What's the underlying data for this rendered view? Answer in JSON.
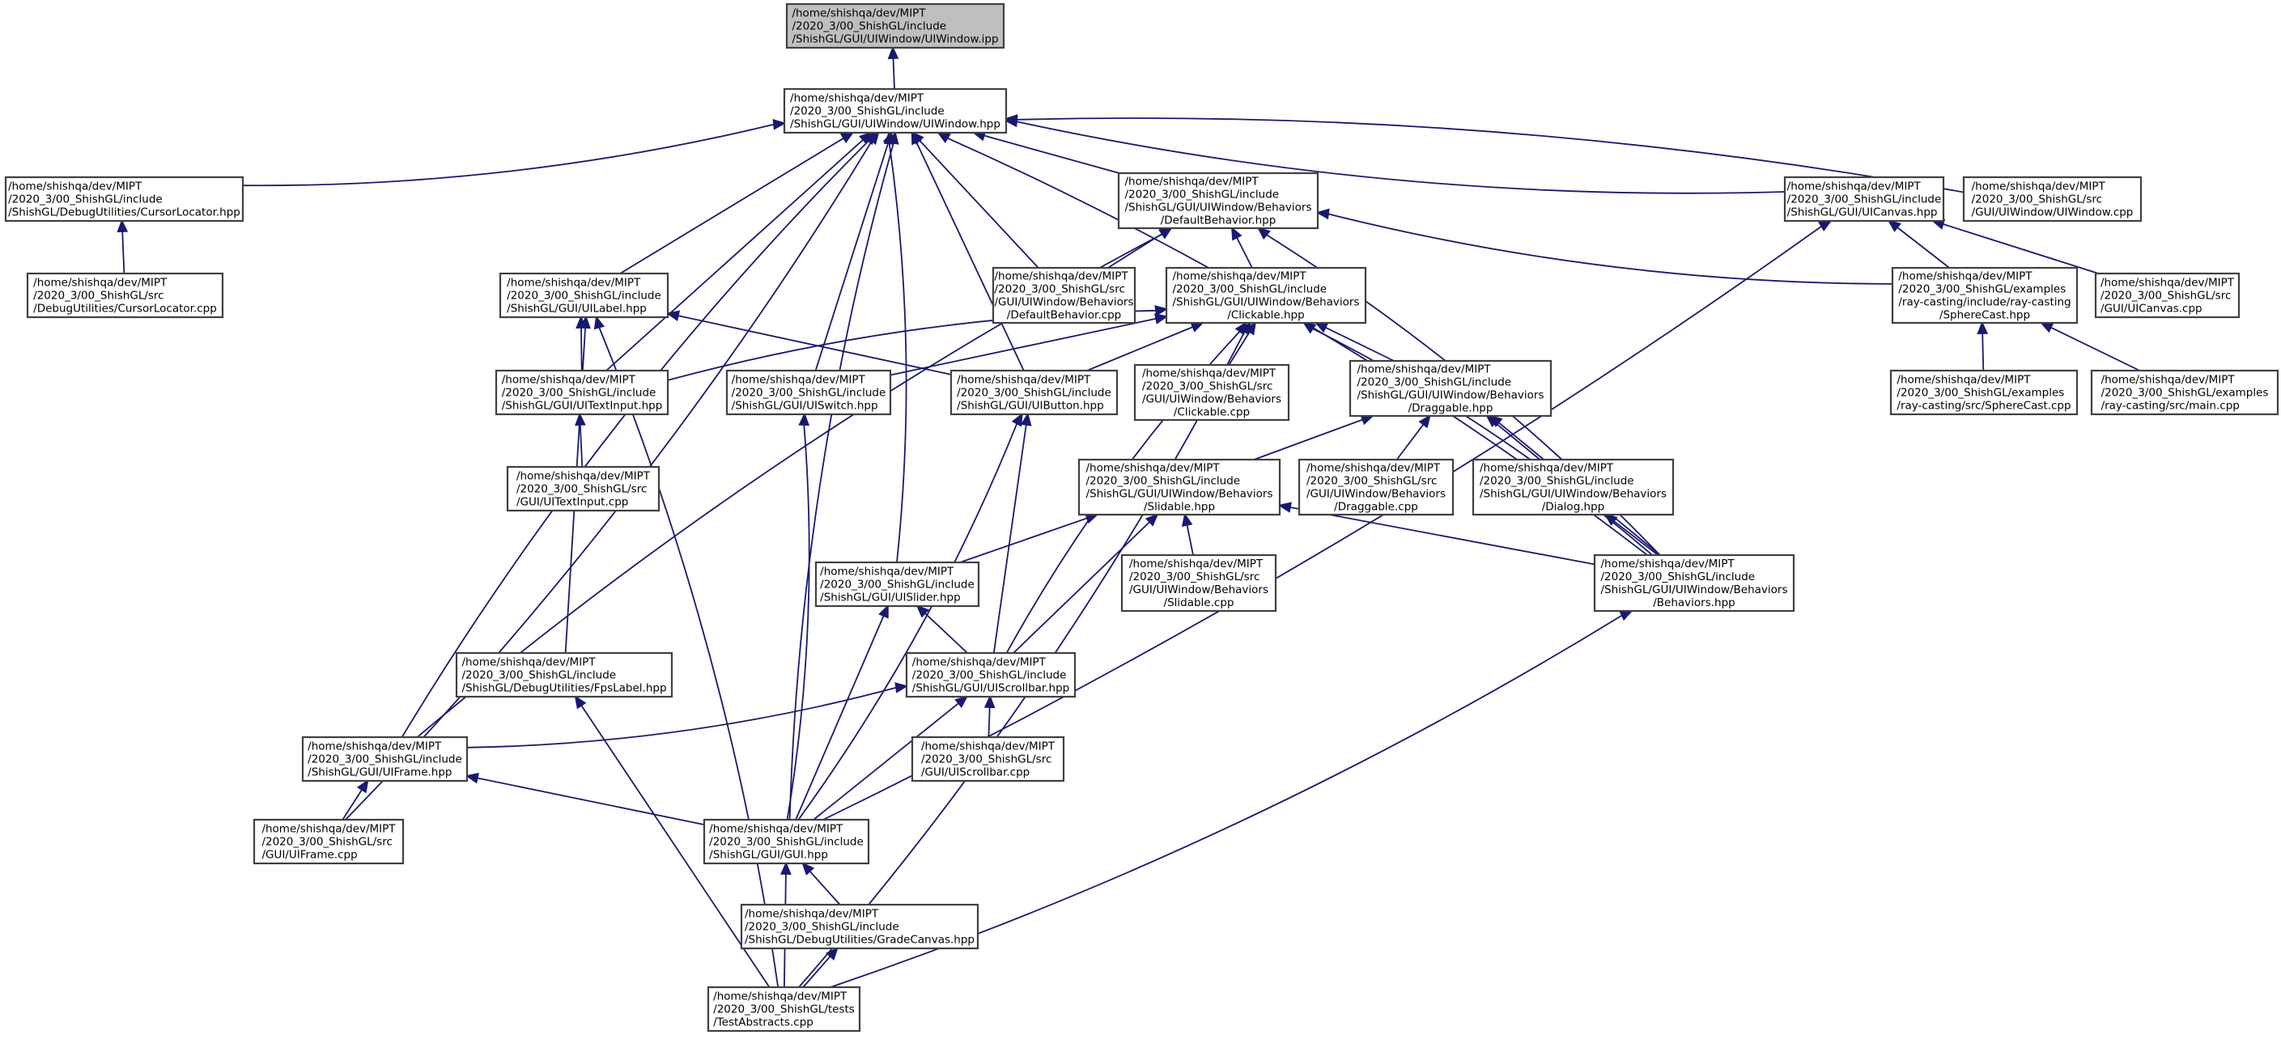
{
  "diagram": {
    "type": "include-dependency-graph",
    "colors": {
      "edge": "#191970",
      "root_fill": "#bfbfbf",
      "node_fill": "#ffffff",
      "node_border": "#404040"
    },
    "nodes": [
      {
        "id": "n1",
        "lines": [
          "/home/shishqa/dev/MIPT",
          "/2020_3/00_ShishGL/include",
          "/ShishGL/GUI/UIWindow/UIWindow.ipp"
        ],
        "root": true
      },
      {
        "id": "n2",
        "lines": [
          "/home/shishqa/dev/MIPT",
          "/2020_3/00_ShishGL/include",
          "/ShishGL/GUI/UIWindow/UIWindow.hpp"
        ]
      },
      {
        "id": "n3",
        "lines": [
          "/home/shishqa/dev/MIPT",
          "/2020_3/00_ShishGL/include",
          "/ShishGL/DebugUtilities/CursorLocator.hpp"
        ]
      },
      {
        "id": "n4",
        "lines": [
          "/home/shishqa/dev/MIPT",
          "/2020_3/00_ShishGL/src",
          "/DebugUtilities/CursorLocator.cpp"
        ]
      },
      {
        "id": "n5",
        "lines": [
          "/home/shishqa/dev/MIPT",
          "/2020_3/00_ShishGL/include",
          "/ShishGL/GUI/UIWindow/Behaviors",
          "/DefaultBehavior.hpp"
        ]
      },
      {
        "id": "n6",
        "lines": [
          "/home/shishqa/dev/MIPT",
          "/2020_3/00_ShishGL/include",
          "/ShishGL/GUI/UICanvas.hpp"
        ]
      },
      {
        "id": "n7",
        "lines": [
          "/home/shishqa/dev/MIPT",
          "/2020_3/00_ShishGL/src",
          "/GUI/UIWindow/UIWindow.cpp"
        ]
      },
      {
        "id": "n8",
        "lines": [
          "/home/shishqa/dev/MIPT",
          "/2020_3/00_ShishGL/include",
          "/ShishGL/GUI/UILabel.hpp"
        ]
      },
      {
        "id": "n9",
        "lines": [
          "/home/shishqa/dev/MIPT",
          "/2020_3/00_ShishGL/src",
          "/GUI/UIWindow/Behaviors",
          "/DefaultBehavior.cpp"
        ]
      },
      {
        "id": "n10",
        "lines": [
          "/home/shishqa/dev/MIPT",
          "/2020_3/00_ShishGL/include",
          "/ShishGL/GUI/UIWindow/Behaviors",
          "/Clickable.hpp"
        ]
      },
      {
        "id": "n11",
        "lines": [
          "/home/shishqa/dev/MIPT",
          "/2020_3/00_ShishGL/examples",
          "/ray-casting/include/ray-casting",
          "/SphereCast.hpp"
        ]
      },
      {
        "id": "n12",
        "lines": [
          "/home/shishqa/dev/MIPT",
          "/2020_3/00_ShishGL/src",
          "/GUI/UICanvas.cpp"
        ]
      },
      {
        "id": "n13",
        "lines": [
          "/home/shishqa/dev/MIPT",
          "/2020_3/00_ShishGL/include",
          "/ShishGL/GUI/UITextInput.hpp"
        ]
      },
      {
        "id": "n14",
        "lines": [
          "/home/shishqa/dev/MIPT",
          "/2020_3/00_ShishGL/include",
          "/ShishGL/GUI/UISwitch.hpp"
        ]
      },
      {
        "id": "n15",
        "lines": [
          "/home/shishqa/dev/MIPT",
          "/2020_3/00_ShishGL/include",
          "/ShishGL/GUI/UIButton.hpp"
        ]
      },
      {
        "id": "n16",
        "lines": [
          "/home/shishqa/dev/MIPT",
          "/2020_3/00_ShishGL/src",
          "/GUI/UIWindow/Behaviors",
          "/Clickable.cpp"
        ]
      },
      {
        "id": "n17",
        "lines": [
          "/home/shishqa/dev/MIPT",
          "/2020_3/00_ShishGL/include",
          "/ShishGL/GUI/UIWindow/Behaviors",
          "/Draggable.hpp"
        ]
      },
      {
        "id": "n18",
        "lines": [
          "/home/shishqa/dev/MIPT",
          "/2020_3/00_ShishGL/examples",
          "/ray-casting/src/SphereCast.cpp"
        ]
      },
      {
        "id": "n19",
        "lines": [
          "/home/shishqa/dev/MIPT",
          "/2020_3/00_ShishGL/examples",
          "/ray-casting/src/main.cpp"
        ]
      },
      {
        "id": "n20",
        "lines": [
          "/home/shishqa/dev/MIPT",
          "/2020_3/00_ShishGL/src",
          "/GUI/UITextInput.cpp"
        ]
      },
      {
        "id": "n21",
        "lines": [
          "/home/shishqa/dev/MIPT",
          "/2020_3/00_ShishGL/include",
          "/ShishGL/GUI/UIWindow/Behaviors",
          "/Slidable.hpp"
        ]
      },
      {
        "id": "n22",
        "lines": [
          "/home/shishqa/dev/MIPT",
          "/2020_3/00_ShishGL/src",
          "/GUI/UIWindow/Behaviors",
          "/Draggable.cpp"
        ]
      },
      {
        "id": "n23",
        "lines": [
          "/home/shishqa/dev/MIPT",
          "/2020_3/00_ShishGL/include",
          "/ShishGL/GUI/UIWindow/Behaviors",
          "/Dialog.hpp"
        ]
      },
      {
        "id": "n24",
        "lines": [
          "/home/shishqa/dev/MIPT",
          "/2020_3/00_ShishGL/include",
          "/ShishGL/GUI/UISlider.hpp"
        ]
      },
      {
        "id": "n25",
        "lines": [
          "/home/shishqa/dev/MIPT",
          "/2020_3/00_ShishGL/src",
          "/GUI/UIWindow/Behaviors",
          "/Slidable.cpp"
        ]
      },
      {
        "id": "n26",
        "lines": [
          "/home/shishqa/dev/MIPT",
          "/2020_3/00_ShishGL/include",
          "/ShishGL/GUI/UIWindow/Behaviors",
          "/Behaviors.hpp"
        ]
      },
      {
        "id": "n27",
        "lines": [
          "/home/shishqa/dev/MIPT",
          "/2020_3/00_ShishGL/include",
          "/ShishGL/DebugUtilities/FpsLabel.hpp"
        ]
      },
      {
        "id": "n28",
        "lines": [
          "/home/shishqa/dev/MIPT",
          "/2020_3/00_ShishGL/include",
          "/ShishGL/GUI/UIScrollbar.hpp"
        ]
      },
      {
        "id": "n29",
        "lines": [
          "/home/shishqa/dev/MIPT",
          "/2020_3/00_ShishGL/include",
          "/ShishGL/GUI/UIFrame.hpp"
        ]
      },
      {
        "id": "n30",
        "lines": [
          "/home/shishqa/dev/MIPT",
          "/2020_3/00_ShishGL/src",
          "/GUI/UIScrollbar.cpp"
        ]
      },
      {
        "id": "n31",
        "lines": [
          "/home/shishqa/dev/MIPT",
          "/2020_3/00_ShishGL/src",
          "/GUI/UIFrame.cpp"
        ]
      },
      {
        "id": "n32",
        "lines": [
          "/home/shishqa/dev/MIPT",
          "/2020_3/00_ShishGL/include",
          "/ShishGL/GUI/GUI.hpp"
        ]
      },
      {
        "id": "n33",
        "lines": [
          "/home/shishqa/dev/MIPT",
          "/2020_3/00_ShishGL/include",
          "/ShishGL/DebugUtilities/GradeCanvas.hpp"
        ]
      },
      {
        "id": "n34",
        "lines": [
          "/home/shishqa/dev/MIPT",
          "/2020_3/00_ShishGL/tests",
          "/TestAbstracts.cpp"
        ]
      }
    ],
    "edges": [
      [
        "n2",
        "n1"
      ],
      [
        "n3",
        "n2"
      ],
      [
        "n4",
        "n3"
      ],
      [
        "n5",
        "n2"
      ],
      [
        "n6",
        "n2"
      ],
      [
        "n7",
        "n2"
      ],
      [
        "n8",
        "n2"
      ],
      [
        "n9",
        "n2"
      ],
      [
        "n13",
        "n2"
      ],
      [
        "n14",
        "n2"
      ],
      [
        "n15",
        "n2"
      ],
      [
        "n24",
        "n2"
      ],
      [
        "n29",
        "n2"
      ],
      [
        "n31",
        "n2"
      ],
      [
        "n32",
        "n2"
      ],
      [
        "n26",
        "n2"
      ],
      [
        "n9",
        "n5"
      ],
      [
        "n10",
        "n5"
      ],
      [
        "n11",
        "n5"
      ],
      [
        "n26",
        "n5"
      ],
      [
        "n29",
        "n5"
      ],
      [
        "n11",
        "n6"
      ],
      [
        "n12",
        "n6"
      ],
      [
        "n32",
        "n6"
      ],
      [
        "n13",
        "n8"
      ],
      [
        "n15",
        "n8"
      ],
      [
        "n27",
        "n8"
      ],
      [
        "n34",
        "n8"
      ],
      [
        "n13",
        "n10"
      ],
      [
        "n14",
        "n10"
      ],
      [
        "n15",
        "n10"
      ],
      [
        "n16",
        "n10"
      ],
      [
        "n17",
        "n10"
      ],
      [
        "n26",
        "n10"
      ],
      [
        "n28",
        "n10"
      ],
      [
        "n34",
        "n10"
      ],
      [
        "n18",
        "n11"
      ],
      [
        "n19",
        "n11"
      ],
      [
        "n20",
        "n13"
      ],
      [
        "n32",
        "n14"
      ],
      [
        "n28",
        "n15"
      ],
      [
        "n32",
        "n15"
      ],
      [
        "n21",
        "n17"
      ],
      [
        "n22",
        "n17"
      ],
      [
        "n23",
        "n17"
      ],
      [
        "n26",
        "n17"
      ],
      [
        "n24",
        "n21"
      ],
      [
        "n25",
        "n21"
      ],
      [
        "n26",
        "n21"
      ],
      [
        "n28",
        "n21"
      ],
      [
        "n26",
        "n23"
      ],
      [
        "n28",
        "n24"
      ],
      [
        "n32",
        "n24"
      ],
      [
        "n34",
        "n26"
      ],
      [
        "n34",
        "n27"
      ],
      [
        "n29",
        "n28"
      ],
      [
        "n30",
        "n28"
      ],
      [
        "n32",
        "n28"
      ],
      [
        "n31",
        "n29"
      ],
      [
        "n32",
        "n29"
      ],
      [
        "n33",
        "n32"
      ],
      [
        "n34",
        "n32"
      ],
      [
        "n34",
        "n33"
      ]
    ]
  }
}
